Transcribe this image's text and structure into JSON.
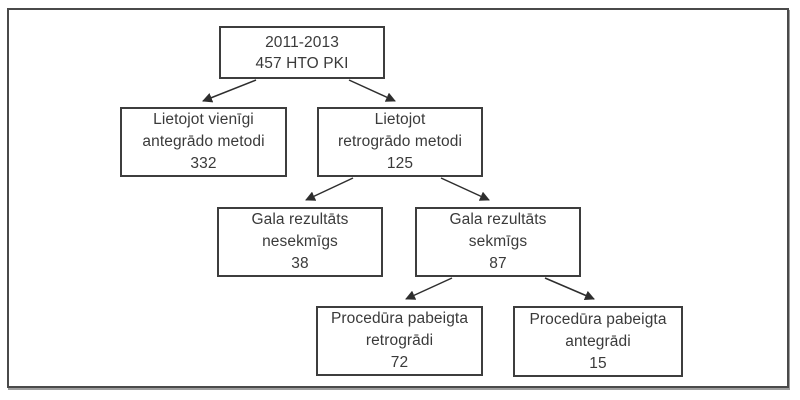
{
  "diagram": {
    "kind": "flowchart",
    "nodes": {
      "root": {
        "lines": [
          "2011-2013",
          "457 HTO PKI"
        ]
      },
      "antegrade_only": {
        "lines": [
          "Lietojot vienīgi",
          "antegrādo metodi",
          "332"
        ]
      },
      "retrograde": {
        "lines": [
          "Lietojot",
          "retrogrādo metodi",
          "125"
        ]
      },
      "final_unsuccessful": {
        "lines": [
          "Gala rezultāts",
          "nesekmīgs",
          "38"
        ]
      },
      "final_successful": {
        "lines": [
          "Gala rezultāts",
          "sekmīgs",
          "87"
        ]
      },
      "completed_retrograde": {
        "lines": [
          "Procedūra pabeigta",
          "retrogrādi",
          "72"
        ]
      },
      "completed_antegrade": {
        "lines": [
          "Procedūra pabeigta",
          "antegrādi",
          "15"
        ]
      }
    },
    "edges": [
      [
        "root",
        "antegrade_only"
      ],
      [
        "root",
        "retrograde"
      ],
      [
        "retrograde",
        "final_unsuccessful"
      ],
      [
        "retrograde",
        "final_successful"
      ],
      [
        "final_successful",
        "completed_retrograde"
      ],
      [
        "final_successful",
        "completed_antegrade"
      ]
    ],
    "colors": {
      "background": "#ffffff",
      "box_border": "#3d3d3d",
      "text": "#3a3a3a",
      "arrow": "#2e2e2e",
      "frame_border": "#4a4a4a"
    }
  }
}
